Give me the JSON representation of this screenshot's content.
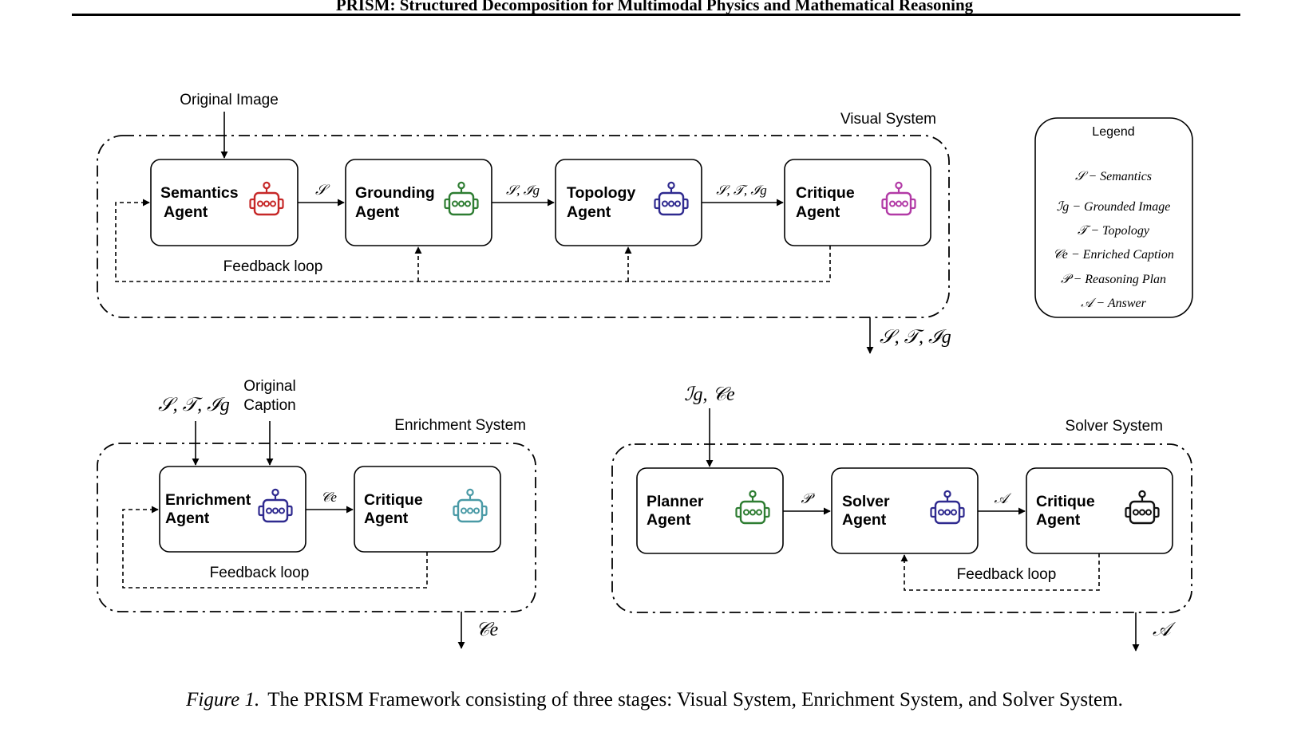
{
  "running_head": "PRISM: Structured Decomposition for Multimodal Physics and Mathematical Reasoning",
  "caption": {
    "label": "Figure 1.",
    "text": "The PRISM Framework consisting of three stages: Visual System, Enrichment System, and Solver System."
  },
  "colors": {
    "semantics_robot": "#c62828",
    "grounding_robot": "#2e7d32",
    "topology_robot": "#2f2a8f",
    "critique_robot_visual": "#b23aa6",
    "enrichment_robot": "#2f2a8f",
    "critique_robot_enrichment": "#4a9aa6",
    "planner_robot": "#2e7d32",
    "solver_robot": "#2f2a8f",
    "critique_robot_solver": "#111111"
  },
  "visual_system": {
    "title": "Visual System",
    "input": "Original Image",
    "agents": [
      {
        "line1": "Semantics",
        "line2": "Agent",
        "icon": "robot-icon"
      },
      {
        "line1": "Grounding",
        "line2": "Agent",
        "icon": "robot-icon"
      },
      {
        "line1": "Topology",
        "line2": "Agent",
        "icon": "robot-icon"
      },
      {
        "line1": "Critique",
        "line2": "Agent",
        "icon": "robot-icon"
      }
    ],
    "edges": [
      "𝒮",
      "𝒮, ℐg",
      "𝒮, 𝒯, ℐg"
    ],
    "feedback": "Feedback loop",
    "output": "𝒮, 𝒯, ℐg"
  },
  "enrichment_system": {
    "title": "Enrichment System",
    "input_math": "𝒮, 𝒯, ℐg",
    "input_caption_line1": "Original",
    "input_caption_line2": "Caption",
    "agents": [
      {
        "line1": "Enrichment",
        "line2": "Agent",
        "icon": "robot-icon"
      },
      {
        "line1": "Critique",
        "line2": "Agent",
        "icon": "robot-icon"
      }
    ],
    "edges": [
      "𝒞e"
    ],
    "feedback": "Feedback loop",
    "output": "𝒞e"
  },
  "solver_system": {
    "title": "Solver System",
    "input": "ℐg, 𝒞e",
    "agents": [
      {
        "line1": "Planner",
        "line2": "Agent",
        "icon": "robot-icon"
      },
      {
        "line1": "Solver",
        "line2": "Agent",
        "icon": "robot-icon"
      },
      {
        "line1": "Critique",
        "line2": "Agent",
        "icon": "robot-icon"
      }
    ],
    "edges": [
      "𝒫",
      "𝒜"
    ],
    "feedback": "Feedback loop",
    "output": "𝒜"
  },
  "legend": {
    "title": "Legend",
    "items": [
      "𝒮 − Semantics",
      "ℐg − Grounded Image",
      "𝒯 − Topology",
      "𝒞e − Enriched Caption",
      "𝒫 − Reasoning Plan",
      "𝒜 − Answer"
    ]
  }
}
